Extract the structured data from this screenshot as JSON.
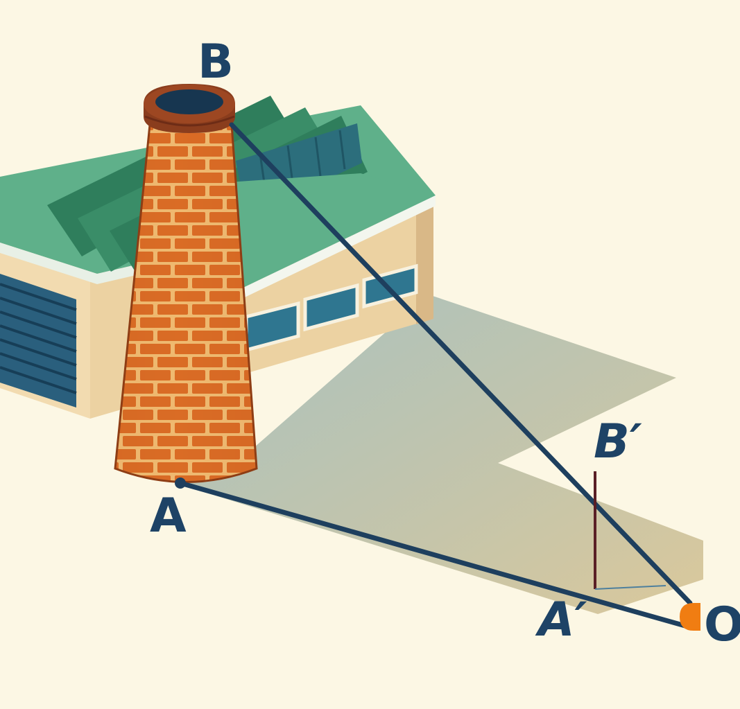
{
  "labels": {
    "top": "B",
    "base": "A",
    "stick_top": "B′",
    "stick_base": "A′",
    "observer": "O"
  },
  "colors": {
    "background": "#fcf7e4",
    "roof": "#5fb08a",
    "roof_dark": "#2f7e5c",
    "wall": "#f2dbb0",
    "door": "#2a5f7d",
    "brick": "#d8661e",
    "mortar": "#f2c57f",
    "line": "#1e3f5e",
    "stick": "#5a1f26",
    "observer": "#f07d12",
    "shadow": "#9fb7b6"
  },
  "icons": {
    "chimney": "brick-chimney",
    "building": "factory-building",
    "observer": "observer-dot"
  }
}
